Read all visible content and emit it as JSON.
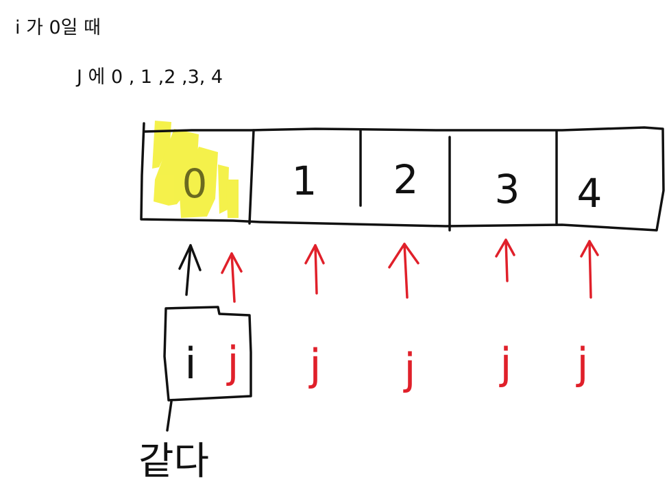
{
  "notes": {
    "line1": "i 가 0일 때",
    "line2": "J 에 0 , 1 ,2 ,3, 4"
  },
  "array": {
    "cells": [
      "0",
      "1",
      "2",
      "3",
      "4"
    ],
    "highlighted_index": 0
  },
  "pointers": {
    "i_label": "i",
    "j_label": "j"
  },
  "caption": "같다",
  "colors": {
    "ink": "#111111",
    "pointer_j": "#e0202a",
    "highlight": "#f3ef2c"
  }
}
